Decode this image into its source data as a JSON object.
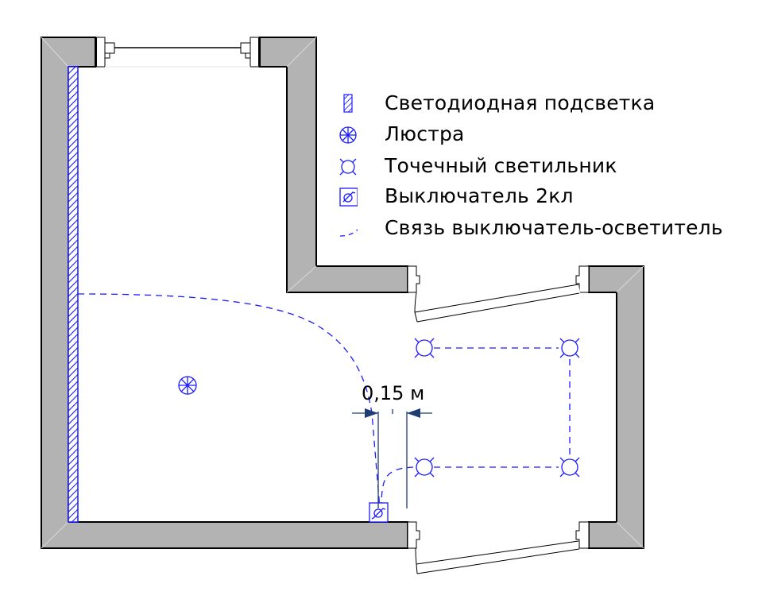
{
  "diagram": {
    "type": "floor-plan-lighting",
    "colors": {
      "wall_fill": "#b3b3b3",
      "wall_stroke": "#000000",
      "lighting_blue": "#1a1aff",
      "dimension_navy": "#1f3d73",
      "background": "#ffffff"
    }
  },
  "legend": {
    "items": [
      {
        "icon": "led-strip-icon",
        "label": "Светодиодная подсветка"
      },
      {
        "icon": "chandelier-icon",
        "label": "Люстра"
      },
      {
        "icon": "spotlight-icon",
        "label": "Точечный светильник"
      },
      {
        "icon": "switch-2-key-icon",
        "label": "Выключатель 2кл"
      },
      {
        "icon": "connection-line-icon",
        "label": "Связь выключатель-осветитель"
      }
    ]
  },
  "dimension": {
    "label": "0,15 м"
  }
}
